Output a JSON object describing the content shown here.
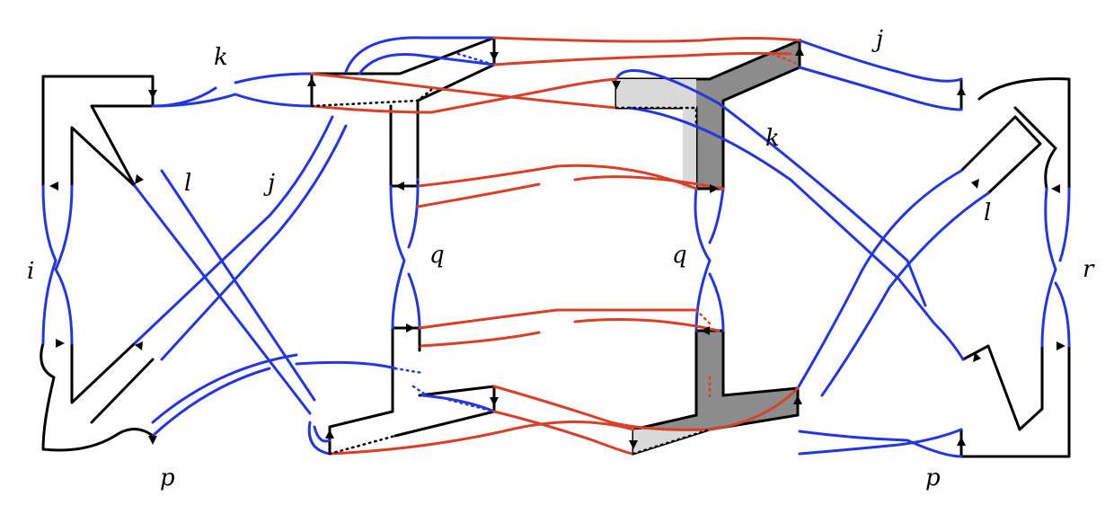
{
  "labels": {
    "k_top": "k",
    "j_left": "j",
    "l_left": "l",
    "i": "i",
    "p_left": "p",
    "q_left": "q",
    "q_right": "q",
    "k_right": "k",
    "j_right": "j",
    "l_right": "l",
    "r": "r",
    "p_right": "p"
  },
  "colors": {
    "frame": "#000000",
    "band_blue": "#2436e0",
    "band_red": "#d8402a",
    "fill_dark": "#8c8c8c",
    "fill_light": "#d9d9d9"
  }
}
